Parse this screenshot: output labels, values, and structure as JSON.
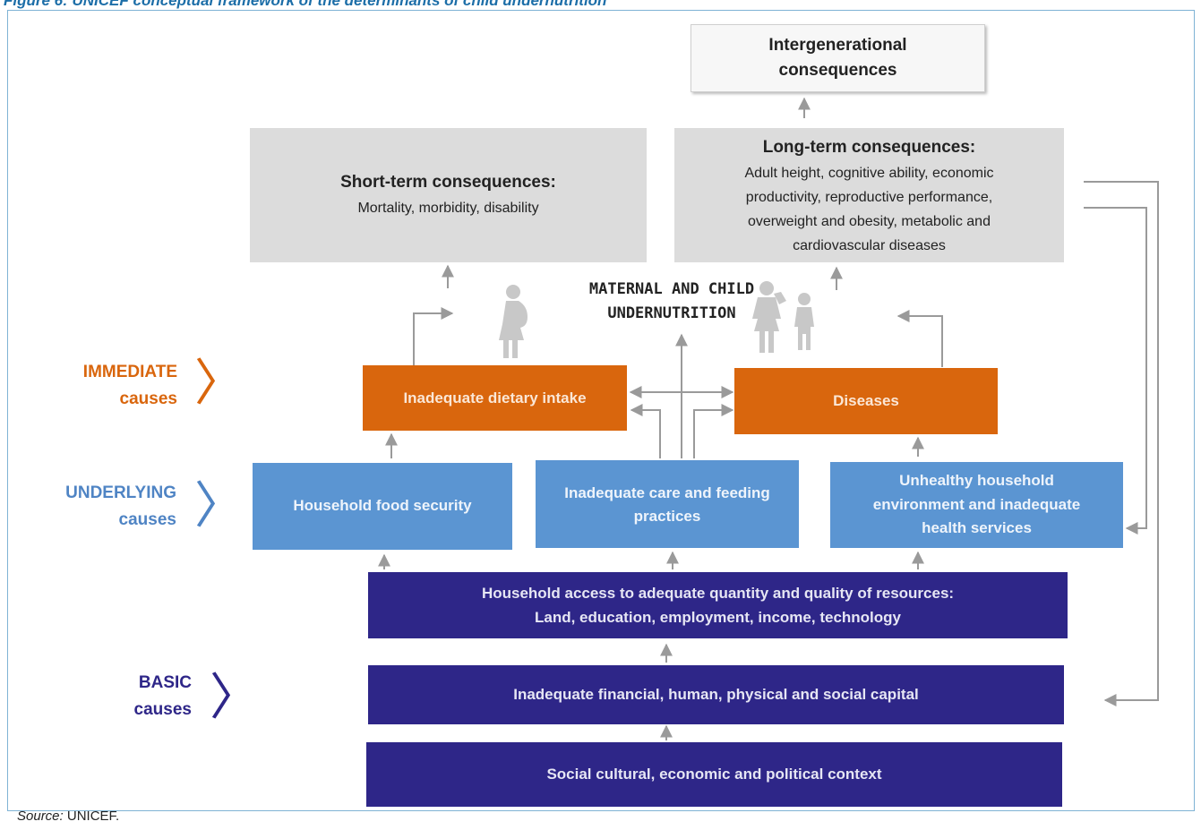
{
  "figure": {
    "title": "Figure 6: UNICEF conceptual framework of the determinants of child undernutrition",
    "source_label": "Source:",
    "source_value": "UNICEF."
  },
  "center_title": [
    "MATERNAL AND CHILD",
    "UNDERNUTRITION"
  ],
  "consequences": {
    "intergenerational": [
      "Intergenerational",
      "consequences"
    ],
    "short_term": {
      "heading": "Short-term consequences:",
      "detail": [
        "Mortality, morbidity, disability"
      ]
    },
    "long_term": {
      "heading": "Long-term consequences:",
      "detail": [
        "Adult height, cognitive ability, economic",
        "productivity, reproductive performance,",
        "overweight and obesity, metabolic and",
        "cardiovascular diseases"
      ]
    }
  },
  "causes": {
    "immediate": {
      "label": [
        "IMMEDIATE",
        "causes"
      ],
      "color": "#d9660d",
      "boxes": [
        "Inadequate dietary intake",
        "Diseases"
      ]
    },
    "underlying": {
      "label": [
        "UNDERLYING",
        "causes"
      ],
      "color": "#4f84c4",
      "boxes": [
        [
          "Household food security"
        ],
        [
          "Inadequate care and feeding",
          "practices"
        ],
        [
          "Unhealthy household",
          "environment and inadequate",
          "health services"
        ]
      ]
    },
    "basic": {
      "label": [
        "BASIC",
        "causes"
      ],
      "color": "#2e2688",
      "boxes": [
        [
          "Household access to adequate quantity and quality of resources:",
          "Land, education, employment, income, technology"
        ],
        [
          "Inadequate financial, human, physical and social capital"
        ],
        [
          "Social cultural, economic and political context"
        ]
      ]
    }
  },
  "icons": [
    "pregnant-woman-icon",
    "mother-and-child-icon"
  ]
}
